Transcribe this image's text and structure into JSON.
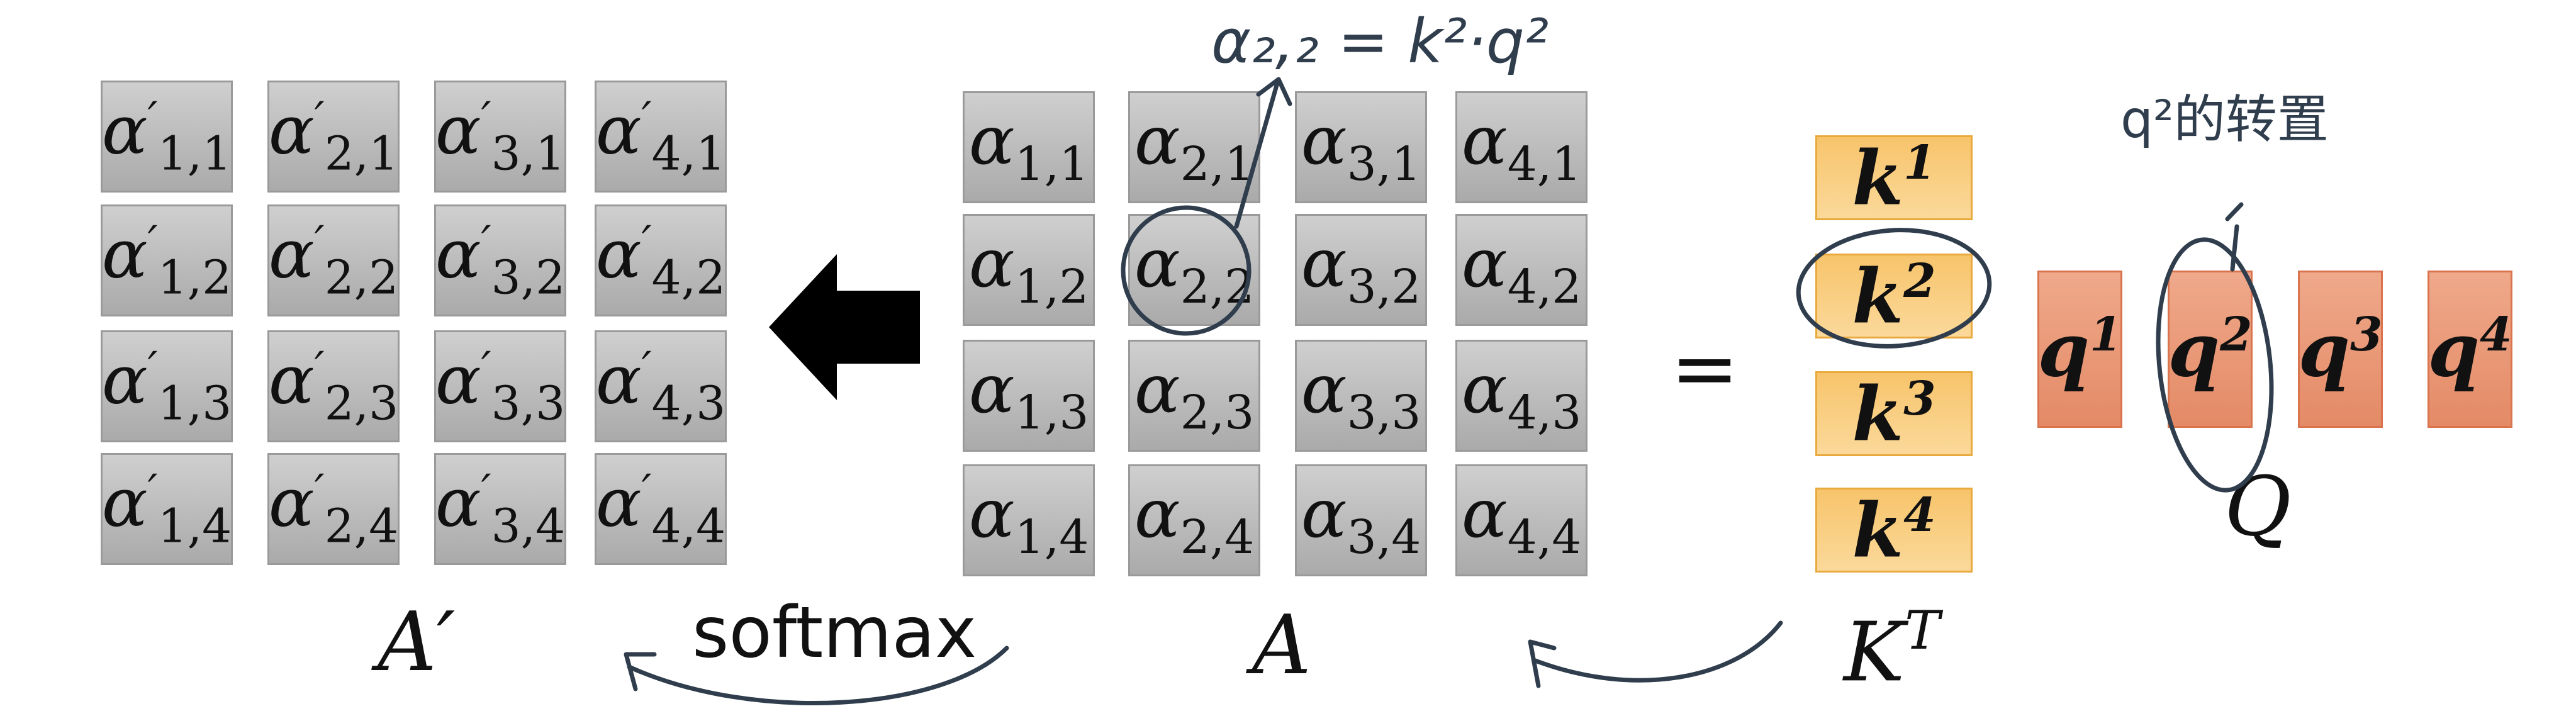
{
  "left_matrix": {
    "label_base": "A",
    "label_prime": "′",
    "cells": [
      [
        {
          "sym": "α",
          "prime": "′",
          "sub": "1,1"
        },
        {
          "sym": "α",
          "prime": "′",
          "sub": "2,1"
        },
        {
          "sym": "α",
          "prime": "′",
          "sub": "3,1"
        },
        {
          "sym": "α",
          "prime": "′",
          "sub": "4,1"
        }
      ],
      [
        {
          "sym": "α",
          "prime": "′",
          "sub": "1,2"
        },
        {
          "sym": "α",
          "prime": "′",
          "sub": "2,2"
        },
        {
          "sym": "α",
          "prime": "′",
          "sub": "3,2"
        },
        {
          "sym": "α",
          "prime": "′",
          "sub": "4,2"
        }
      ],
      [
        {
          "sym": "α",
          "prime": "′",
          "sub": "1,3"
        },
        {
          "sym": "α",
          "prime": "′",
          "sub": "2,3"
        },
        {
          "sym": "α",
          "prime": "′",
          "sub": "3,3"
        },
        {
          "sym": "α",
          "prime": "′",
          "sub": "4,3"
        }
      ],
      [
        {
          "sym": "α",
          "prime": "′",
          "sub": "1,4"
        },
        {
          "sym": "α",
          "prime": "′",
          "sub": "2,4"
        },
        {
          "sym": "α",
          "prime": "′",
          "sub": "3,4"
        },
        {
          "sym": "α",
          "prime": "′",
          "sub": "4,4"
        }
      ]
    ]
  },
  "right_matrix": {
    "label": "A",
    "cells": [
      [
        {
          "sym": "α",
          "sub": "1,1"
        },
        {
          "sym": "α",
          "sub": "2,1"
        },
        {
          "sym": "α",
          "sub": "3,1"
        },
        {
          "sym": "α",
          "sub": "4,1"
        }
      ],
      [
        {
          "sym": "α",
          "sub": "1,2"
        },
        {
          "sym": "α",
          "sub": "2,2"
        },
        {
          "sym": "α",
          "sub": "3,2"
        },
        {
          "sym": "α",
          "sub": "4,2"
        }
      ],
      [
        {
          "sym": "α",
          "sub": "1,3"
        },
        {
          "sym": "α",
          "sub": "2,3"
        },
        {
          "sym": "α",
          "sub": "3,3"
        },
        {
          "sym": "α",
          "sub": "4,3"
        }
      ],
      [
        {
          "sym": "α",
          "sub": "1,4"
        },
        {
          "sym": "α",
          "sub": "2,4"
        },
        {
          "sym": "α",
          "sub": "3,4"
        },
        {
          "sym": "α",
          "sub": "4,4"
        }
      ]
    ]
  },
  "softmax_label": "softmax",
  "equals_sign": "=",
  "keys": {
    "label_base": "K",
    "label_sup": "T",
    "items": [
      {
        "sym": "k",
        "sup": "1"
      },
      {
        "sym": "k",
        "sup": "2"
      },
      {
        "sym": "k",
        "sup": "3"
      },
      {
        "sym": "k",
        "sup": "4"
      }
    ]
  },
  "queries": {
    "label": "Q",
    "items": [
      {
        "sym": "q",
        "sup": "1"
      },
      {
        "sym": "q",
        "sup": "2"
      },
      {
        "sym": "q",
        "sup": "3"
      },
      {
        "sym": "q",
        "sup": "4"
      }
    ]
  },
  "annotations": {
    "formula": "α₂,₂ = k²·q²",
    "q2_note": "q²的转置"
  },
  "colors": {
    "cell_gray": "#b8b8b8",
    "key_orange": "#f9cf83",
    "query_salmon": "#e99a78",
    "ink": "#2f3d4d",
    "arrow": "#000000"
  }
}
